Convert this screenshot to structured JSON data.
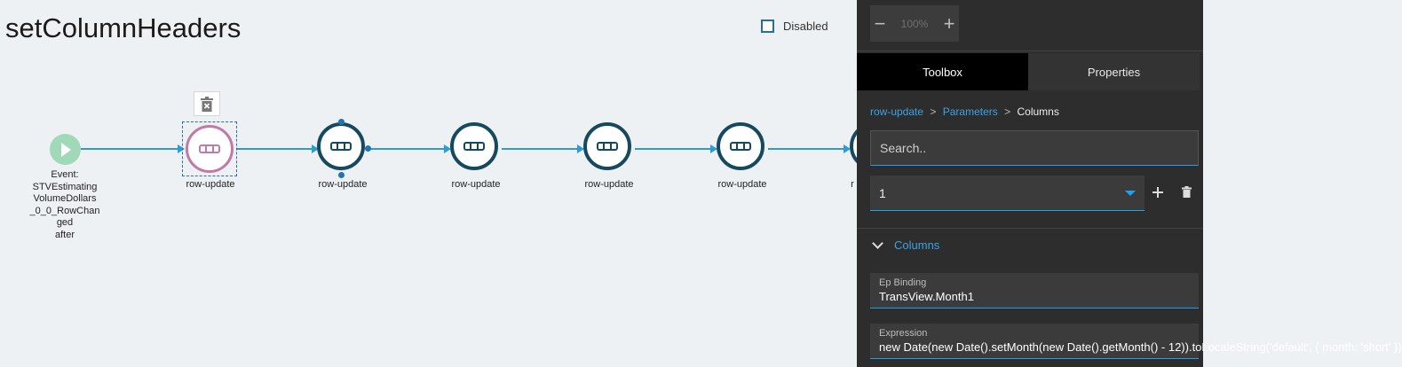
{
  "page": {
    "title": "setColumnHeaders"
  },
  "disabled_checkbox": {
    "label": "Disabled",
    "checked": false
  },
  "flow": {
    "start": {
      "label_lines": [
        "Event:",
        "STVEstimating",
        "VolumeDollars",
        "_0_0_RowChan",
        "ged",
        "after"
      ]
    },
    "nodes": [
      {
        "label": "row-update",
        "selected": true
      },
      {
        "label": "row-update"
      },
      {
        "label": "row-update"
      },
      {
        "label": "row-update"
      },
      {
        "label": "row-update"
      },
      {
        "label": "r"
      }
    ]
  },
  "zoom": {
    "value": "100%",
    "minus": "−",
    "plus": "+"
  },
  "tabs": [
    {
      "label": "Toolbox",
      "active": true
    },
    {
      "label": "Properties"
    }
  ],
  "breadcrumb": {
    "items": [
      "row-update",
      "Parameters",
      "Columns"
    ],
    "sep": ">"
  },
  "search": {
    "placeholder": "Search.."
  },
  "column_select": {
    "value": "1"
  },
  "section": {
    "label": "Columns"
  },
  "fields": [
    {
      "label": "Ep Binding",
      "value": "TransView.Month1"
    },
    {
      "label": "Expression",
      "value": "new Date(new Date().setMonth(new Date().getMonth() - 12)).toLocaleString('default', { month: 'short' })"
    }
  ],
  "icons": {
    "add": "plus-icon",
    "delete": "trash-icon",
    "remove_node": "trash-icon"
  },
  "colors": {
    "accent": "#1da1f2",
    "node_border": "#15495e",
    "selected": "#bf7aa5",
    "start": "#9fd9b8"
  }
}
